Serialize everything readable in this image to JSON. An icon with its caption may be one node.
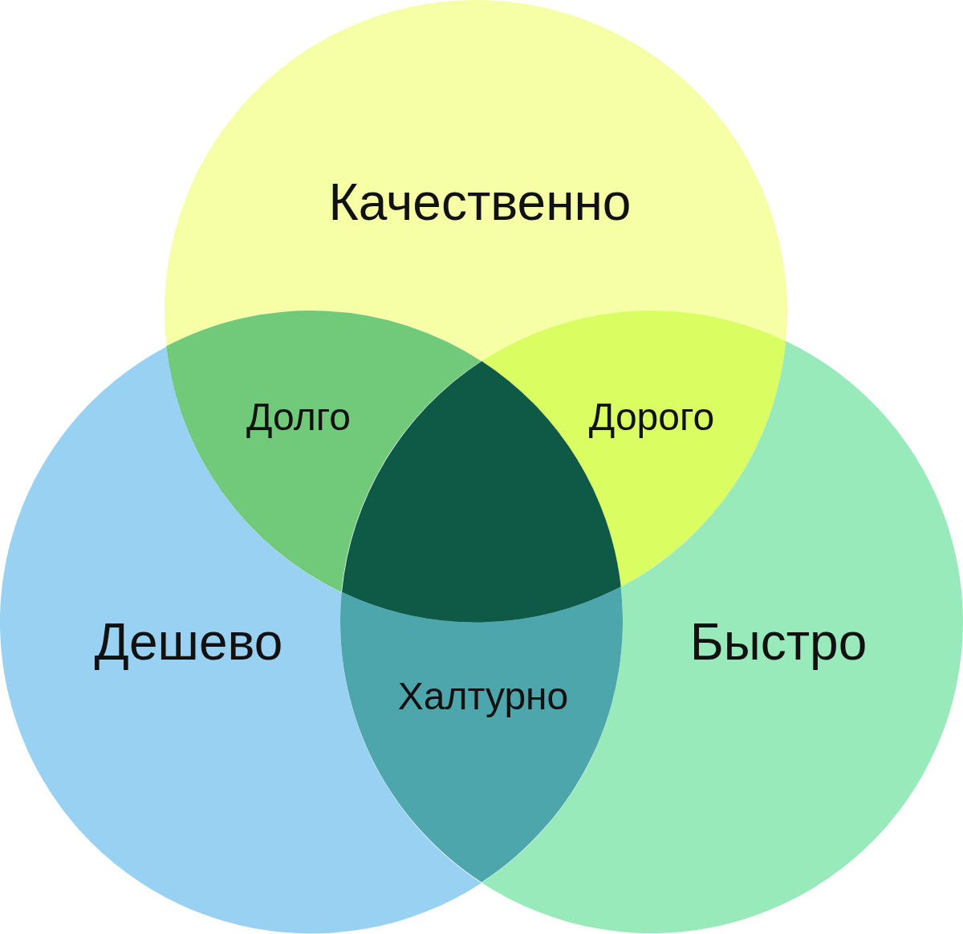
{
  "diagram": {
    "nodes": [
      {
        "text": [
          "Качественно"
        ]
      },
      {
        "text": [
          "Долго"
        ]
      },
      {
        "text": [
          "Дорого"
        ]
      },
      {
        "text": [],
        "shape": "triangle"
      },
      {
        "text": [
          "Дешево"
        ]
      },
      {
        "text": [
          "Быстро"
        ]
      },
      {
        "text": [
          "Халтурно"
        ]
      }
    ],
    "edges": []
  }
}
